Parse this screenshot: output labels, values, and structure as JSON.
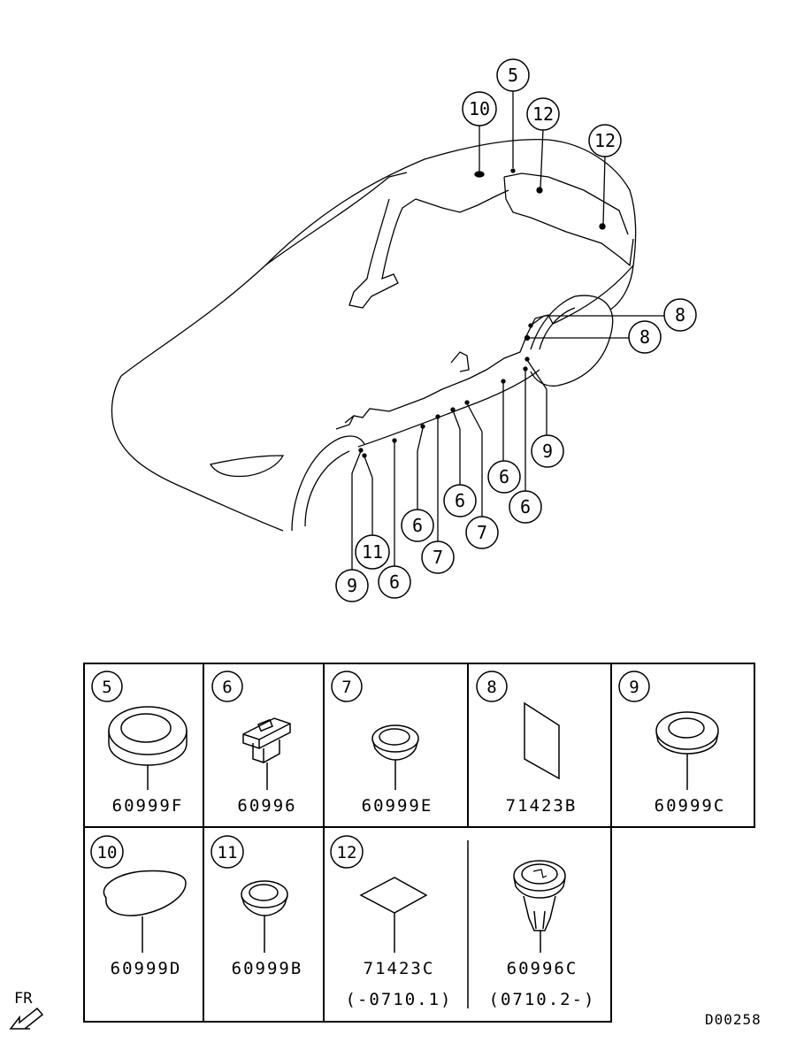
{
  "diagram": {
    "callouts": [
      {
        "id": "c10",
        "text": "10"
      },
      {
        "id": "c5",
        "text": "5"
      },
      {
        "id": "c12a",
        "text": "12"
      },
      {
        "id": "c12b",
        "text": "12"
      },
      {
        "id": "c8a",
        "text": "8"
      },
      {
        "id": "c8b",
        "text": "8"
      },
      {
        "id": "c9r",
        "text": "9"
      },
      {
        "id": "c6e",
        "text": "6"
      },
      {
        "id": "c6f",
        "text": "6"
      },
      {
        "id": "c7b",
        "text": "7"
      },
      {
        "id": "c6d",
        "text": "6"
      },
      {
        "id": "c7a",
        "text": "7"
      },
      {
        "id": "c6c",
        "text": "6"
      },
      {
        "id": "c11",
        "text": "11"
      },
      {
        "id": "c9l",
        "text": "9"
      },
      {
        "id": "c6b",
        "text": "6"
      }
    ],
    "parts_table": {
      "row1": [
        {
          "num": "5",
          "part": "60999F"
        },
        {
          "num": "6",
          "part": "60996"
        },
        {
          "num": "7",
          "part": "60999E"
        },
        {
          "num": "8",
          "part": "71423B"
        },
        {
          "num": "9",
          "part": "60999C"
        }
      ],
      "row2": [
        {
          "num": "10",
          "part": "60999D"
        },
        {
          "num": "11",
          "part": "60999B"
        },
        {
          "num": "12",
          "part": "71423C",
          "note": "(-0710.1)"
        },
        {
          "num": "",
          "part": "60996C",
          "note": "(0710.2-)"
        }
      ]
    },
    "fr_label": "FR",
    "diagram_code": "D00258"
  }
}
